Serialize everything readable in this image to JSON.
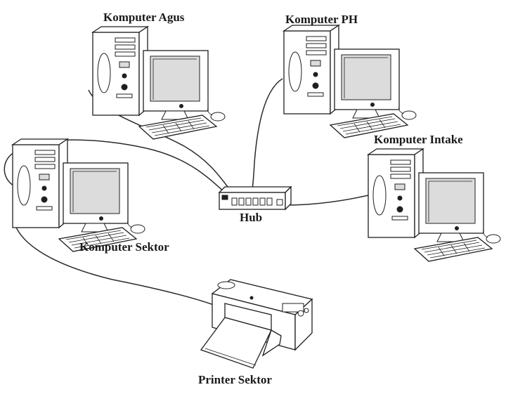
{
  "labels": {
    "agus": "Komputer Agus",
    "ph": "Komputer PH",
    "intake": "Komputer Intake",
    "sektor": "Komputer Sektor",
    "hub": "Hub",
    "printer": "Printer Sektor"
  }
}
